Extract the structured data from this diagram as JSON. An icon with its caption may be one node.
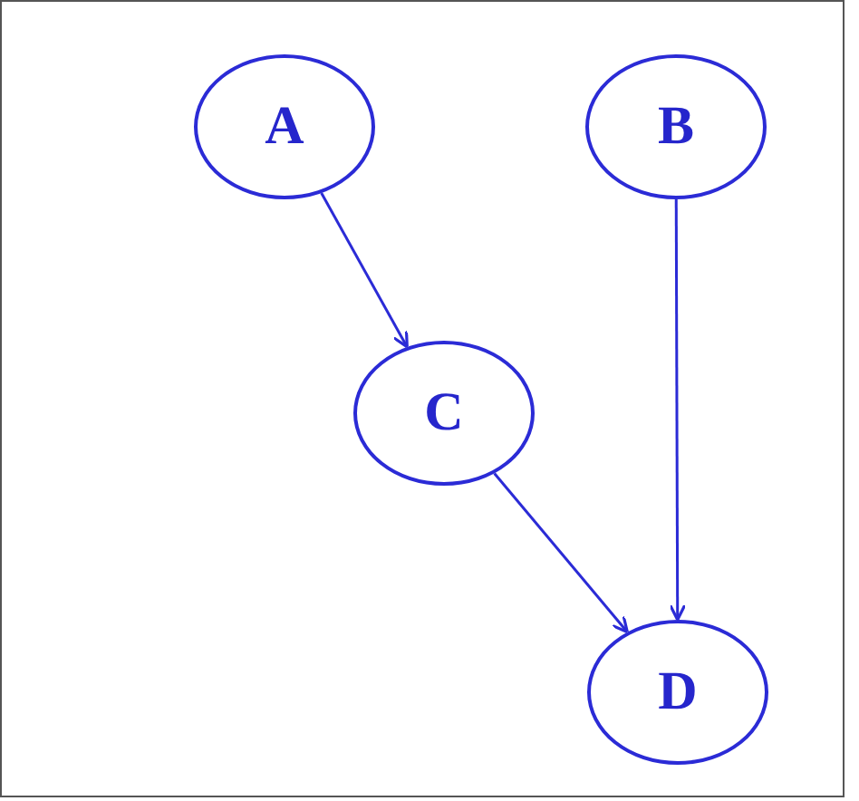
{
  "diagram": {
    "nodes": [
      {
        "text": [
          "A"
        ]
      },
      {
        "text": [
          "B"
        ]
      },
      {
        "text": [
          "C"
        ]
      },
      {
        "text": [
          "D"
        ]
      }
    ],
    "edges": [
      {
        "from": 0,
        "to": 2,
        "arrow": "to"
      },
      {
        "from": 1,
        "to": 3,
        "arrow": "to"
      },
      {
        "from": 2,
        "to": 3,
        "arrow": "to"
      }
    ]
  }
}
